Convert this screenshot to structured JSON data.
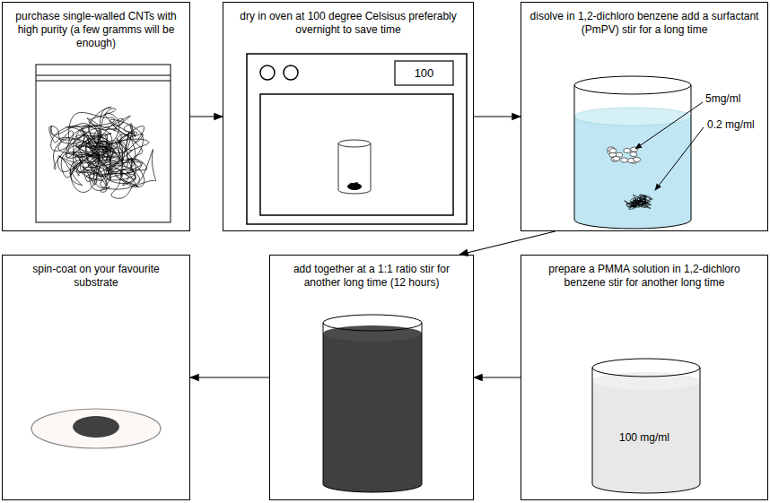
{
  "diagram": {
    "nodes": [
      {
        "text": [
          "purchase single-walled CNTs with high purity (a few gramms will be enough)"
        ]
      },
      {
        "text": [
          "dry in oven at 100 degree Celsisus preferably overnight to save time"
        ]
      },
      {
        "text": [
          "disolve in 1,2-dichloro benzene add a surfactant (PmPV) stir for a long time"
        ]
      },
      {
        "text": [
          "spin-coat on your favourite substrate"
        ]
      },
      {
        "text": [
          "add together at a 1:1 ratio stir for another long time (12 hours)"
        ]
      },
      {
        "text": [
          "prepare a PMMA solution in 1,2-dichloro benzene stir for another long time"
        ]
      }
    ],
    "edges": [
      {
        "from": 0,
        "to": 1,
        "arrow": "to"
      },
      {
        "from": 1,
        "to": 2,
        "arrow": "to"
      },
      {
        "from": 2,
        "to": 4,
        "arrow": "to"
      },
      {
        "from": 5,
        "to": 4,
        "arrow": "to"
      },
      {
        "from": 4,
        "to": 3,
        "arrow": "to"
      }
    ],
    "labels": [
      "100",
      "5mg/ml",
      "0.2 mg/ml",
      "100 mg/ml"
    ]
  }
}
